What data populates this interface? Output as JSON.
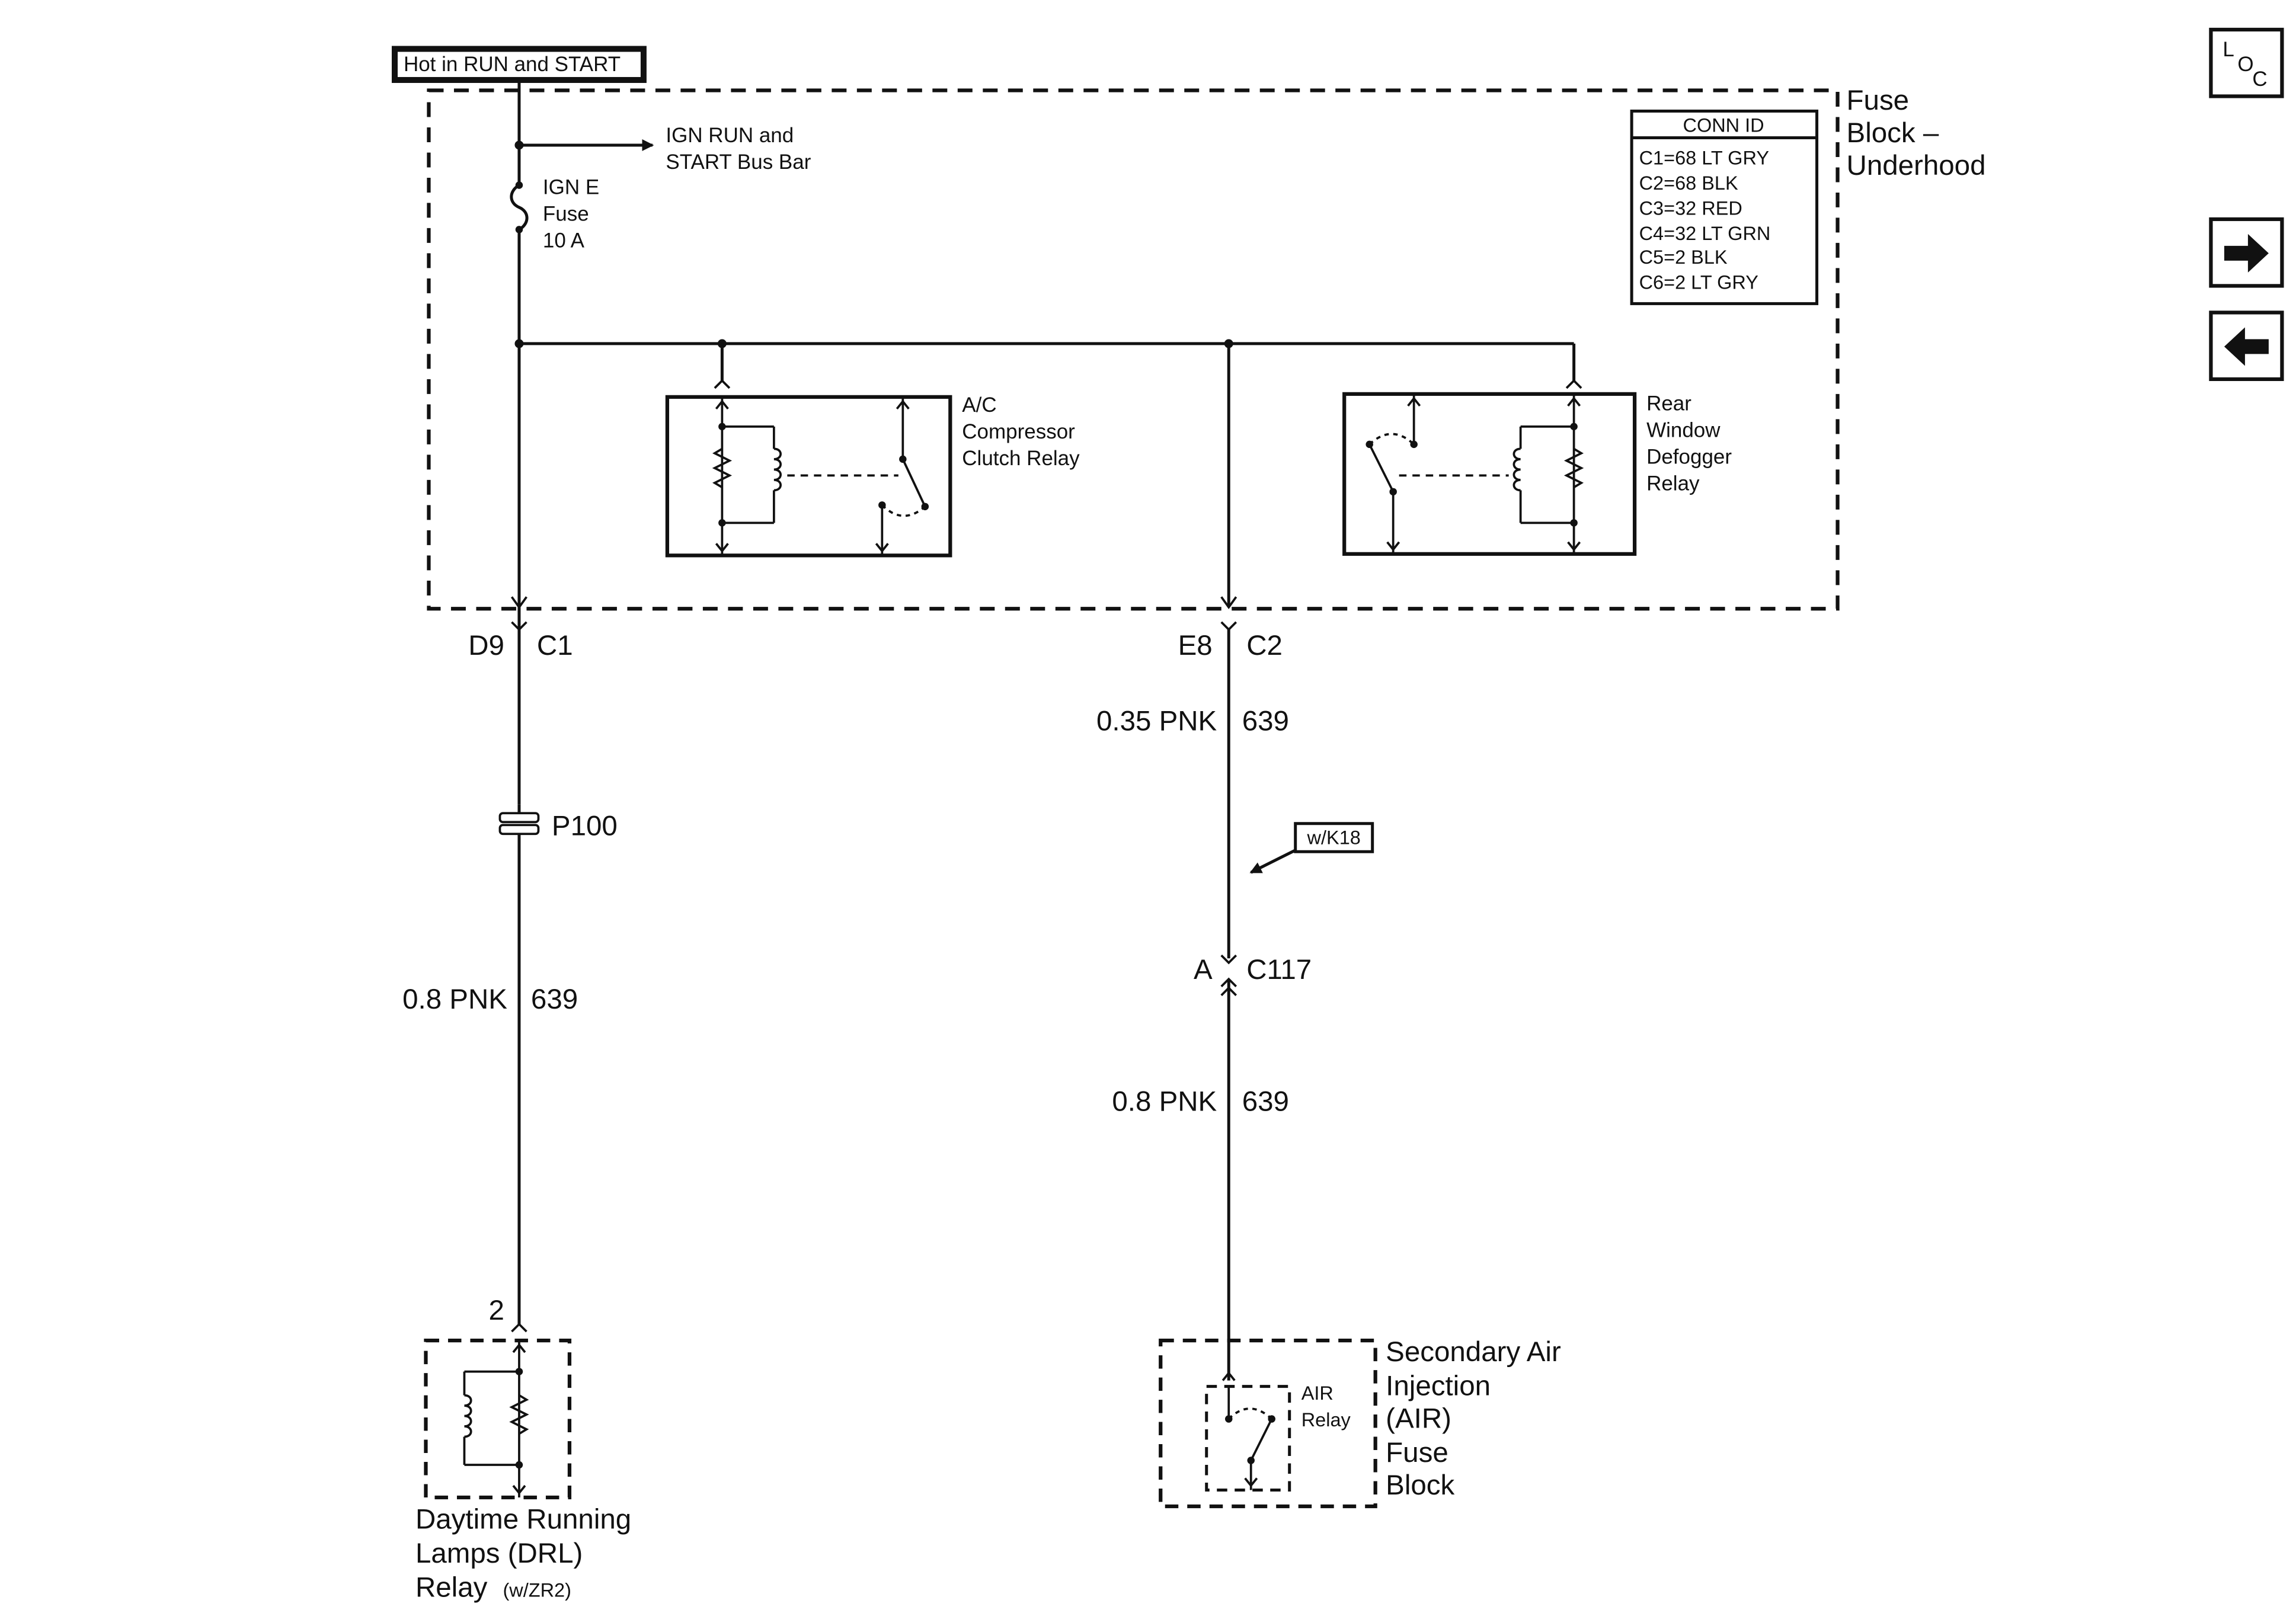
{
  "source_label": "Hot in RUN and START",
  "bus_bar_label": [
    "IGN RUN and",
    "START Bus Bar"
  ],
  "fuse": {
    "name": "IGN E",
    "word": "Fuse",
    "rating": "10 A"
  },
  "fuse_block": {
    "title": [
      "Fuse",
      "Block –",
      "Underhood"
    ]
  },
  "conn_id": {
    "header": "CONN ID",
    "rows": [
      "C1=68 LT GRY",
      "C2=68 BLK",
      "C3=32 RED",
      "C4=32 LT GRN",
      "C5=2 BLK",
      "C6=2 LT GRY"
    ]
  },
  "relays": {
    "ac": [
      "A/C",
      "Compressor",
      "Clutch Relay"
    ],
    "defog": [
      "Rear",
      "Window",
      "Defogger",
      "Relay"
    ]
  },
  "left_circuit": {
    "pin": "D9",
    "connector": "C1",
    "splice": "P100",
    "wire_size": "0.8 PNK",
    "wire_circuit": "639",
    "dest_pin": "2",
    "dest_name": [
      "Daytime Running",
      "Lamps (DRL)",
      "Relay"
    ],
    "dest_option": "(w/ZR2)"
  },
  "right_circuit": {
    "pin": "E8",
    "connector": "C2",
    "wire_top_size": "0.35 PNK",
    "wire_top_circuit": "639",
    "option_flag": "w/K18",
    "inline_pin": "A",
    "inline_connector": "C117",
    "wire_bottom_size": "0.8 PNK",
    "wire_bottom_circuit": "639",
    "relay_label": [
      "AIR",
      "Relay"
    ],
    "dest_name": [
      "Secondary Air",
      "Injection",
      "(AIR)",
      "Fuse",
      "Block"
    ]
  },
  "nav": {
    "loc_letters": [
      "L",
      "O",
      "C"
    ],
    "next_icon": "arrow-right-icon",
    "prev_icon": "arrow-left-icon"
  }
}
